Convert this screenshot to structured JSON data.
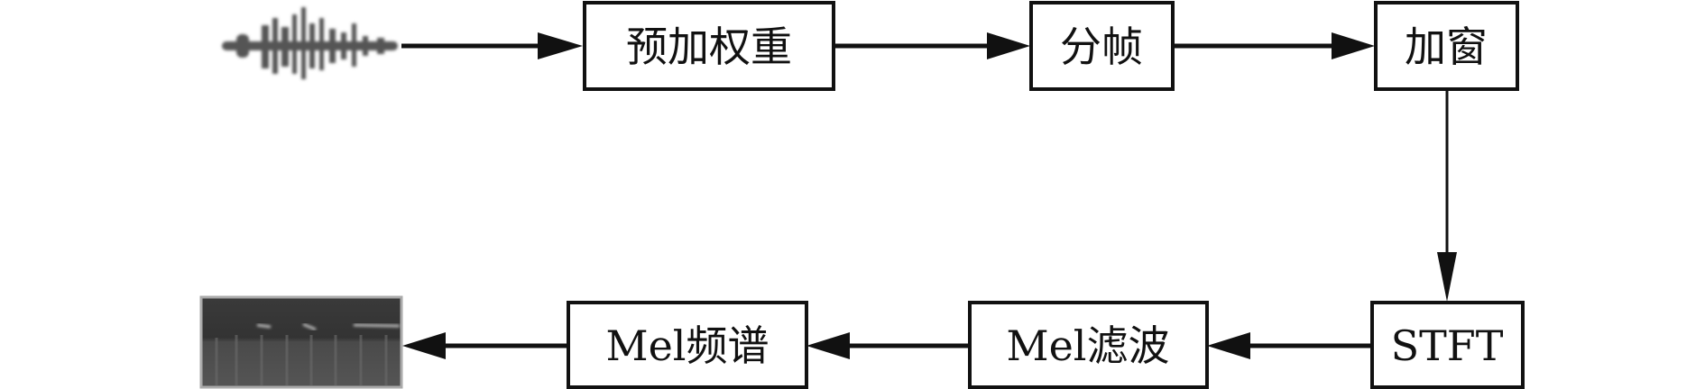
{
  "diagram": {
    "input_icon": "audio-waveform-icon",
    "output_icon": "spectrogram-image",
    "steps": [
      {
        "label": "预加权重"
      },
      {
        "label": "分帧"
      },
      {
        "label": "加窗"
      },
      {
        "label": "STFT"
      },
      {
        "label": "Mel滤波"
      },
      {
        "label": "Mel频谱"
      }
    ]
  }
}
